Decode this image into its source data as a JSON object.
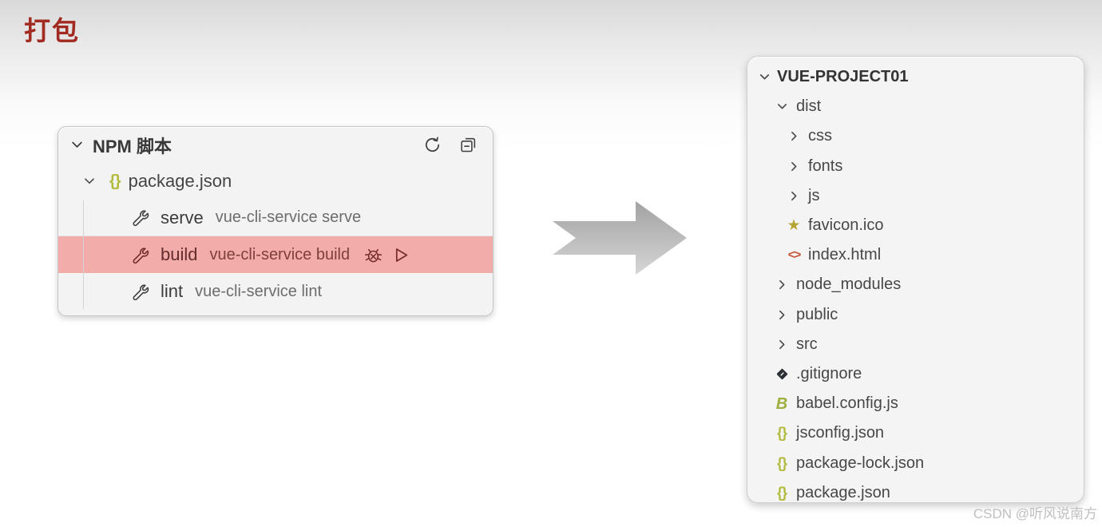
{
  "page": {
    "title": "打包",
    "watermark": "CSDN @听风说南方"
  },
  "npm_panel": {
    "header": {
      "label": "NPM 脚本",
      "icons": [
        "refresh-icon",
        "collapse-all-icon"
      ]
    },
    "package_row": {
      "icon": "{}",
      "label": "package.json"
    },
    "scripts": [
      {
        "name": "serve",
        "command": "vue-cli-service serve",
        "highlighted": false
      },
      {
        "name": "build",
        "command": "vue-cli-service build",
        "highlighted": true
      },
      {
        "name": "lint",
        "command": "vue-cli-service lint",
        "highlighted": false
      }
    ],
    "row_action_icons": [
      "debug-script-icon",
      "run-script-icon"
    ]
  },
  "file_tree": {
    "root": {
      "label": "VUE-PROJECT01",
      "expanded": true
    },
    "items": [
      {
        "label": "dist",
        "type": "folder-open",
        "level": 1
      },
      {
        "label": "css",
        "type": "folder",
        "level": 2
      },
      {
        "label": "fonts",
        "type": "folder",
        "level": 2
      },
      {
        "label": "js",
        "type": "folder",
        "level": 2
      },
      {
        "label": "favicon.ico",
        "type": "file-star",
        "level": 2
      },
      {
        "label": "index.html",
        "type": "file-html",
        "level": 2
      },
      {
        "label": "node_modules",
        "type": "folder",
        "level": 1
      },
      {
        "label": "public",
        "type": "folder",
        "level": 1
      },
      {
        "label": "src",
        "type": "folder",
        "level": 1
      },
      {
        "label": ".gitignore",
        "type": "file-git",
        "level": 1
      },
      {
        "label": "babel.config.js",
        "type": "file-babel",
        "level": 1
      },
      {
        "label": "jsconfig.json",
        "type": "file-json",
        "level": 1
      },
      {
        "label": "package-lock.json",
        "type": "file-json",
        "level": 1
      },
      {
        "label": "package.json",
        "type": "file-json",
        "level": 1
      }
    ]
  },
  "colors": {
    "title_red": "#a22b21",
    "highlight_pink": "#f2adab",
    "highlight_text": "#642d2b",
    "olive_braces": "#b2bb3c",
    "star_yellow": "#b5a634",
    "html_orange": "#c4563a",
    "babel_olive": "#9fae3c",
    "text_primary": "#3c3c3c",
    "text_secondary": "#6d6d6d",
    "panel_bg": "#f3f3f3",
    "arrow_gray_top": "#a2a2a2",
    "arrow_gray_bottom": "#d6d6d6"
  }
}
